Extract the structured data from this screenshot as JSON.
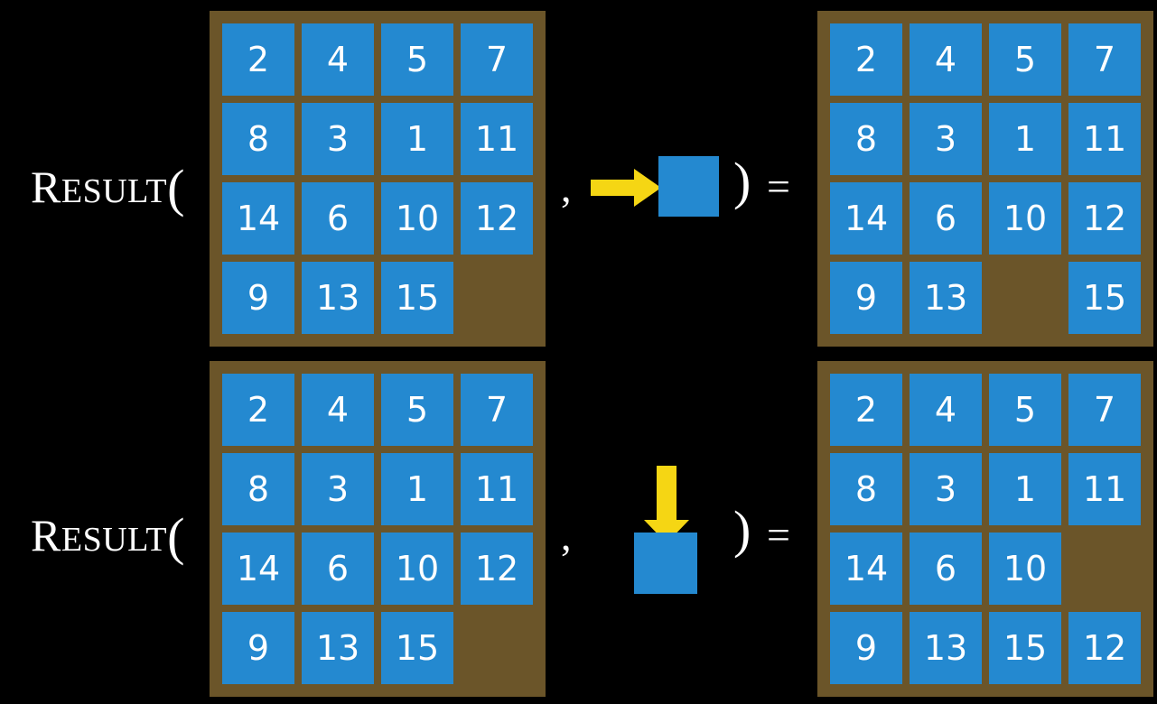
{
  "background_color": "#000000",
  "palette": {
    "board": "#6b5529",
    "board_empty": "#655638",
    "tile": "#2489d0",
    "tile_text": "#ffffff",
    "arrow": "#f5d614",
    "text": "#ffffff"
  },
  "rows": [
    {
      "id": "row-1",
      "label": {
        "cap": "R",
        "rest": "ESULT",
        "open_paren": "("
      },
      "comma": ",",
      "close_paren": ")",
      "equals": "=",
      "arrow": {
        "direction": "right",
        "name": "arrow-right-icon"
      },
      "loose_tile": {
        "label": "",
        "name": "move-tile"
      },
      "input_board": {
        "name": "input-board-row-1",
        "grid": [
          [
            "2",
            "4",
            "5",
            "7"
          ],
          [
            "8",
            "3",
            "1",
            "11"
          ],
          [
            "14",
            "6",
            "10",
            "12"
          ],
          [
            "9",
            "13",
            "15",
            ""
          ]
        ]
      },
      "output_board": {
        "name": "output-board-row-1",
        "grid": [
          [
            "2",
            "4",
            "5",
            "7"
          ],
          [
            "8",
            "3",
            "1",
            "11"
          ],
          [
            "14",
            "6",
            "10",
            "12"
          ],
          [
            "9",
            "13",
            "",
            "15"
          ]
        ]
      }
    },
    {
      "id": "row-2",
      "label": {
        "cap": "R",
        "rest": "ESULT",
        "open_paren": "("
      },
      "comma": ",",
      "close_paren": ")",
      "equals": "=",
      "arrow": {
        "direction": "down",
        "name": "arrow-down-icon"
      },
      "loose_tile": {
        "label": "",
        "name": "move-tile"
      },
      "input_board": {
        "name": "input-board-row-2",
        "grid": [
          [
            "2",
            "4",
            "5",
            "7"
          ],
          [
            "8",
            "3",
            "1",
            "11"
          ],
          [
            "14",
            "6",
            "10",
            "12"
          ],
          [
            "9",
            "13",
            "15",
            ""
          ]
        ]
      },
      "output_board": {
        "name": "output-board-row-2",
        "grid": [
          [
            "2",
            "4",
            "5",
            "7"
          ],
          [
            "8",
            "3",
            "1",
            "11"
          ],
          [
            "14",
            "6",
            "10",
            ""
          ],
          [
            "9",
            "13",
            "15",
            "12"
          ]
        ]
      }
    }
  ]
}
